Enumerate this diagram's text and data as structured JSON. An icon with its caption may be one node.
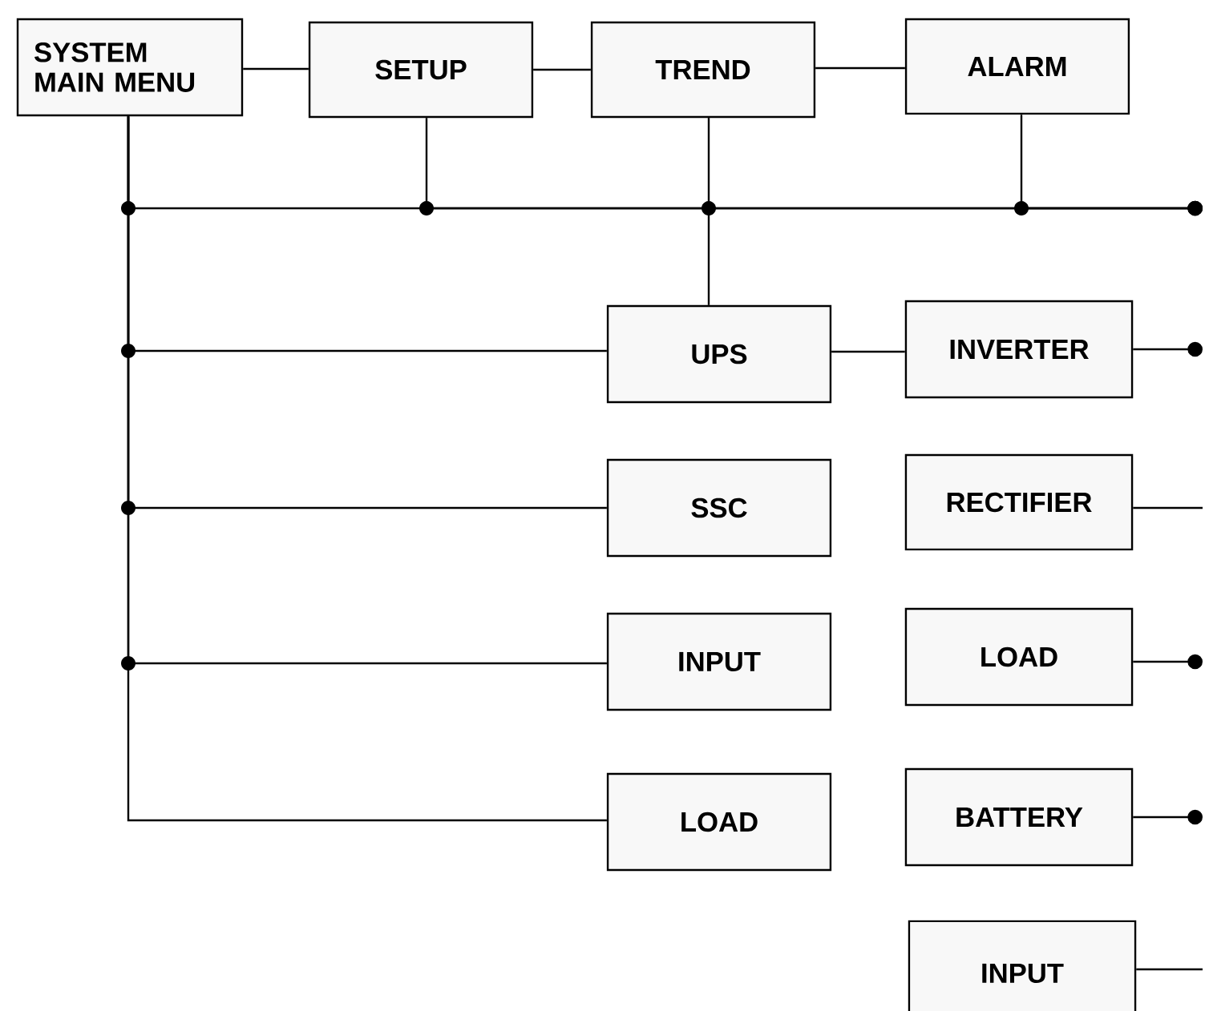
{
  "diagram": {
    "nodes": [
      {
        "text": [
          "SYSTEM MAIN MENU"
        ]
      },
      {
        "text": [
          "SETUP"
        ]
      },
      {
        "text": [
          "TREND"
        ]
      },
      {
        "text": [
          "ALARM"
        ]
      },
      {
        "text": [
          "UPS"
        ]
      },
      {
        "text": [
          "INVERTER"
        ]
      },
      {
        "text": [
          "SSC"
        ]
      },
      {
        "text": [
          "RECTIFIER"
        ]
      },
      {
        "text": [
          "INPUT"
        ]
      },
      {
        "text": [
          "LOAD"
        ]
      },
      {
        "text": [
          "LOAD"
        ]
      },
      {
        "text": [
          "BATTERY"
        ]
      },
      {
        "text": [
          "INPUT"
        ]
      }
    ],
    "edges": [
      {
        "from": 0,
        "to": 1,
        "arrow": "none"
      },
      {
        "from": 1,
        "to": 2,
        "arrow": "none"
      },
      {
        "from": 2,
        "to": 3,
        "arrow": "none"
      },
      {
        "from": 0,
        "to": null,
        "arrow": "other"
      },
      {
        "from": 1,
        "to": null,
        "arrow": "other"
      },
      {
        "from": 2,
        "to": 4,
        "arrow": "none"
      },
      {
        "from": 3,
        "to": null,
        "arrow": "other"
      },
      {
        "from": 0,
        "to": 4,
        "arrow": "none"
      },
      {
        "from": 0,
        "to": 6,
        "arrow": "none"
      },
      {
        "from": 0,
        "to": 8,
        "arrow": "none"
      },
      {
        "from": 0,
        "to": 10,
        "arrow": "none"
      },
      {
        "from": 4,
        "to": 5,
        "arrow": "none"
      },
      {
        "from": 5,
        "to": null,
        "arrow": "other"
      },
      {
        "from": 7,
        "to": null,
        "arrow": "none"
      },
      {
        "from": 9,
        "to": null,
        "arrow": "other"
      },
      {
        "from": 11,
        "to": null,
        "arrow": "other"
      },
      {
        "from": 12,
        "to": null,
        "arrow": "none"
      }
    ]
  }
}
